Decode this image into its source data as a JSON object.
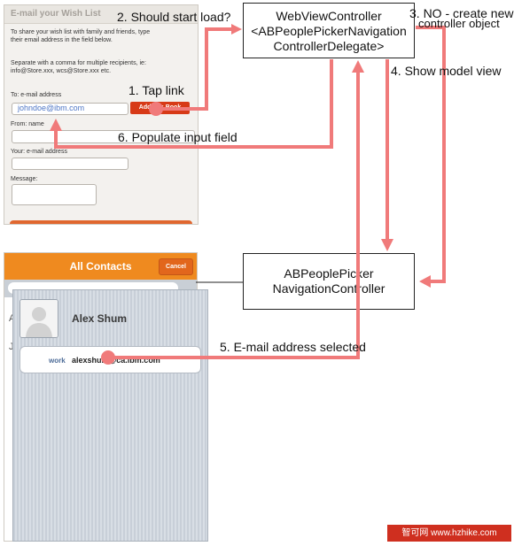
{
  "form": {
    "title": "E-mail your Wish List",
    "intro_line1": "To share your wish list with family and friends, type",
    "intro_line2": "their email address in the field below.",
    "separator_line1": "Separate with a comma for multiple recipients, ie:",
    "separator_line2": "info@Store.xxx, wcs@Store.xxx etc.",
    "to_label": "To: e-mail address",
    "to_value": "johndoe@ibm.com",
    "address_book_button": "Address Book",
    "from_label": "From: name",
    "your_email_label": "Your: e-mail address",
    "message_label": "Message:"
  },
  "contacts": {
    "title": "All Contacts",
    "cancel_button": "Cancel",
    "letter_a": "A",
    "letter_j": "J",
    "contact_name": "Alex Shum",
    "email_type": "work",
    "email_address": "alexshum@ca.ibm.com"
  },
  "boxes": {
    "webview_line1": "WebViewController",
    "webview_line2": "<ABPeoplePickerNavigation",
    "webview_line3": "ControllerDelegate>",
    "people_line1": "ABPeoplePicker",
    "people_line2": "NavigationController"
  },
  "steps": {
    "step1": "1. Tap link",
    "step2": "2. Should start load?",
    "step3_line1": "3. NO - create new",
    "step3_line2": "controller object",
    "step4": "4. Show model view",
    "step5": "5. E-mail address selected",
    "step6": "6. Populate input field"
  },
  "watermark": "智可网 www.hzhike.com",
  "colors": {
    "arrow": "#f07a7a",
    "accent_orange": "#ef8a1f",
    "button_red": "#d73a17"
  }
}
